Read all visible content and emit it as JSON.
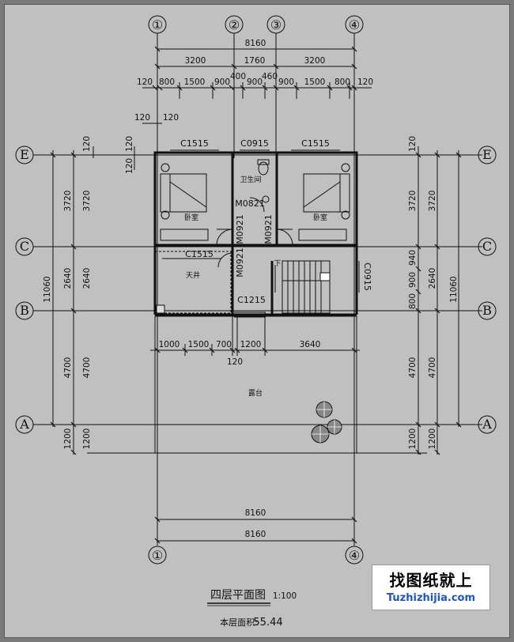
{
  "axes": {
    "top": [
      "①",
      "②",
      "③",
      "④"
    ],
    "bottom": [
      "①",
      "④"
    ],
    "sides": [
      "E",
      "C",
      "B",
      "A"
    ]
  },
  "top_dims": {
    "overall": "8160",
    "row2": [
      "3200",
      "1760",
      "3200"
    ],
    "row3": [
      "120",
      "800",
      "1500",
      "900",
      "900",
      "900",
      "1500",
      "800",
      "120"
    ],
    "extra_400": "400",
    "extra_460": "460",
    "small_120": [
      "120",
      "120"
    ]
  },
  "side_dims": {
    "left_outer": "11060",
    "left_inner": [
      "3720",
      "2640",
      "4700",
      "1200"
    ],
    "left_top_120": [
      "120",
      "120",
      "120"
    ],
    "right_outer": "11060",
    "right_inner": [
      "3720",
      "2640",
      "4700",
      "1200"
    ],
    "right_detail": [
      "120",
      "3720",
      "940",
      "900",
      "800",
      "4700",
      "1200"
    ]
  },
  "mid_dims": {
    "row": [
      "1000",
      "1500",
      "700",
      "1200",
      "3640"
    ],
    "below": "120"
  },
  "bottom_dims": [
    "8160",
    "8160"
  ],
  "windows": {
    "c1515_left": "C1515",
    "c0915_top": "C0915",
    "c1515_right": "C1515",
    "c1515_mid": "C1515",
    "c1215": "C1215",
    "c0915_side": "C0915"
  },
  "doors": {
    "m0821": "M0821",
    "m0921_a": "M0921",
    "m0921_b": "M0921",
    "m0921_c": "M0921"
  },
  "rooms": {
    "bedroom_left": "卧室",
    "bedroom_right": "卧室",
    "bathroom": "卫生间",
    "skylight": "天井",
    "terrace": "露台",
    "stair_down": "下"
  },
  "title": {
    "main": "四层平面图",
    "scale": "1:100",
    "area_label": "本层面积:",
    "area_value": "55.44"
  },
  "brand": {
    "cn": "找图纸就上",
    "en": "Tuzhizhijia.com"
  }
}
